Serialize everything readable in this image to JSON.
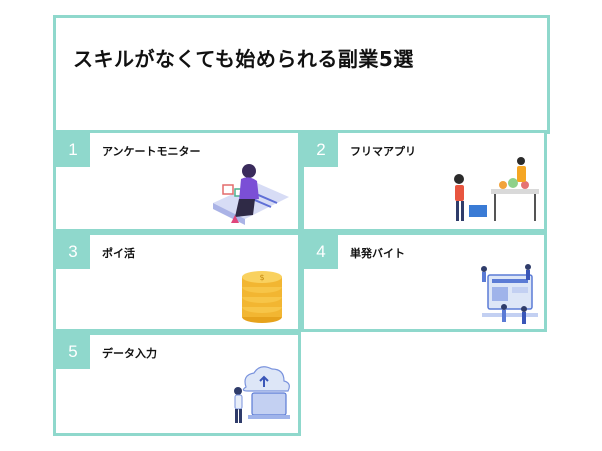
{
  "title": "スキルがなくても始められる副業5選",
  "items": [
    {
      "number": "1",
      "label": "アンケートモニター",
      "icon": "survey-illustration-icon"
    },
    {
      "number": "2",
      "label": "フリマアプリ",
      "icon": "flea-market-illustration-icon"
    },
    {
      "number": "3",
      "label": "ポイ活",
      "icon": "coin-stack-icon"
    },
    {
      "number": "4",
      "label": "単発バイト",
      "icon": "web-workers-illustration-icon"
    },
    {
      "number": "5",
      "label": "データ入力",
      "icon": "cloud-upload-illustration-icon"
    }
  ],
  "colors": {
    "accent": "#8fd8cc",
    "text": "#111111"
  }
}
